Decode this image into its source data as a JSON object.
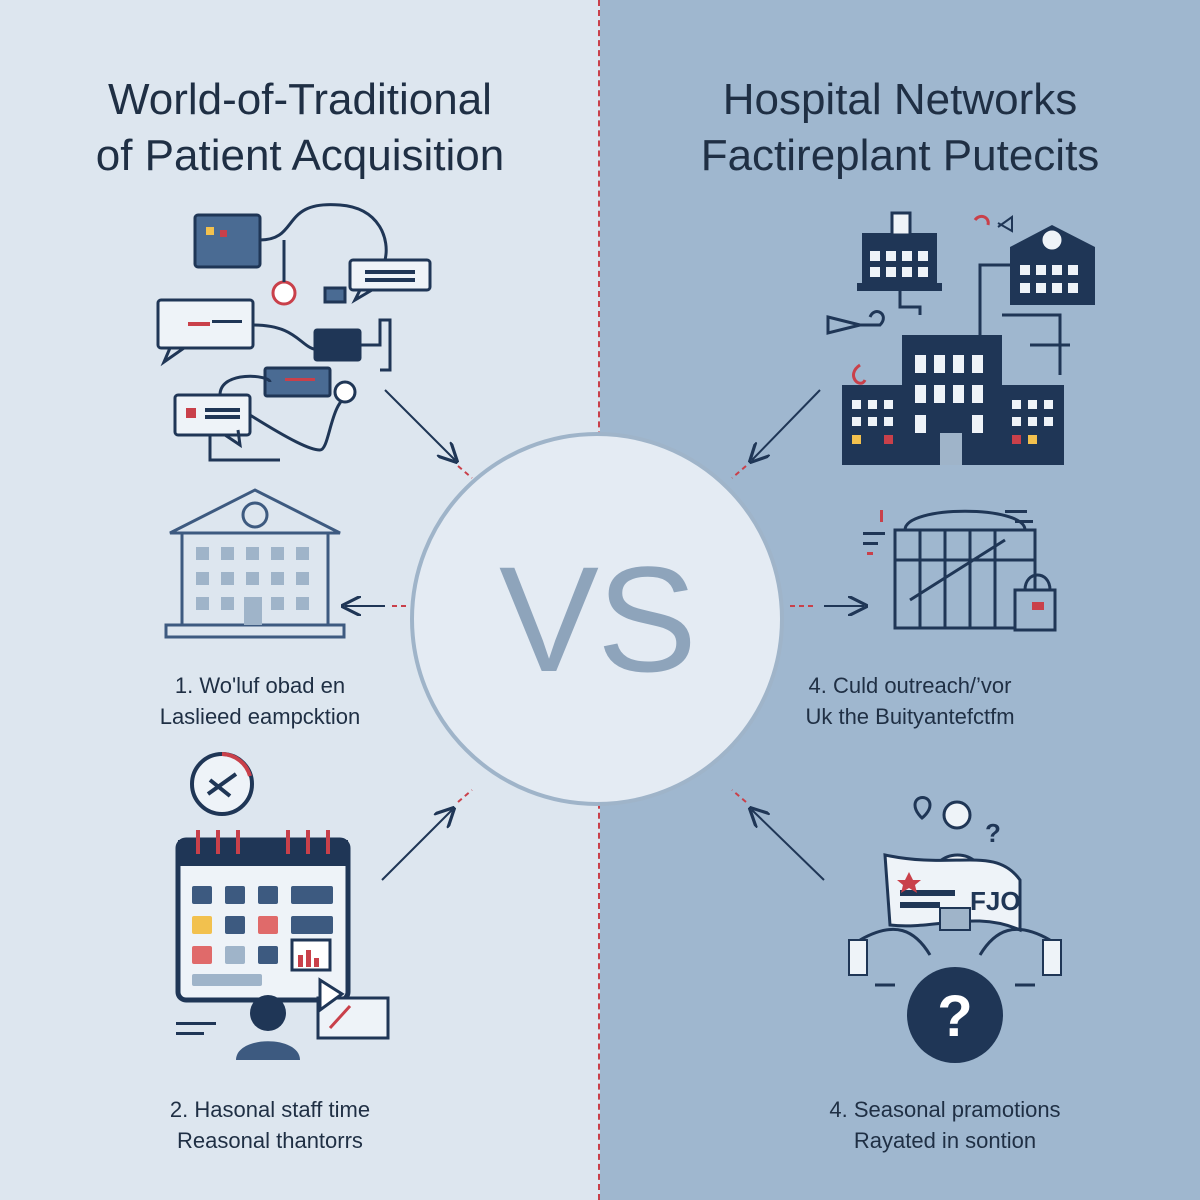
{
  "left_panel": {
    "title": [
      "World-of-Traditional",
      "of Patient Acquisition"
    ],
    "captions": [
      [
        "1. Wo'luf obad en",
        "Laslieed eampcktion"
      ],
      [
        "2. Hasonal staff time",
        "Reasonal thantorrs"
      ]
    ]
  },
  "right_panel": {
    "title": [
      "Hospital Networks",
      "Factireplant Putecits"
    ],
    "captions": [
      [
        "4. Culd outreach/’vor",
        "Uk the Buityantefctfm"
      ],
      [
        "4. Seasonal pramotions",
        "Rayated in sontion"
      ]
    ]
  },
  "center": {
    "vs_label": "VS"
  },
  "colors": {
    "left_bg": "#dde6ef",
    "right_bg": "#9fb7cf",
    "navy": "#1f3656",
    "accent_red": "#c9404a",
    "accent_yellow": "#f2c14e",
    "muted_blue": "#8ea4bb"
  },
  "icons": [
    "network-chat-icon",
    "hospital-building-icon",
    "calendar-schedule-icon",
    "hospital-network-icon",
    "cage-icon",
    "people-promotion-icon"
  ]
}
